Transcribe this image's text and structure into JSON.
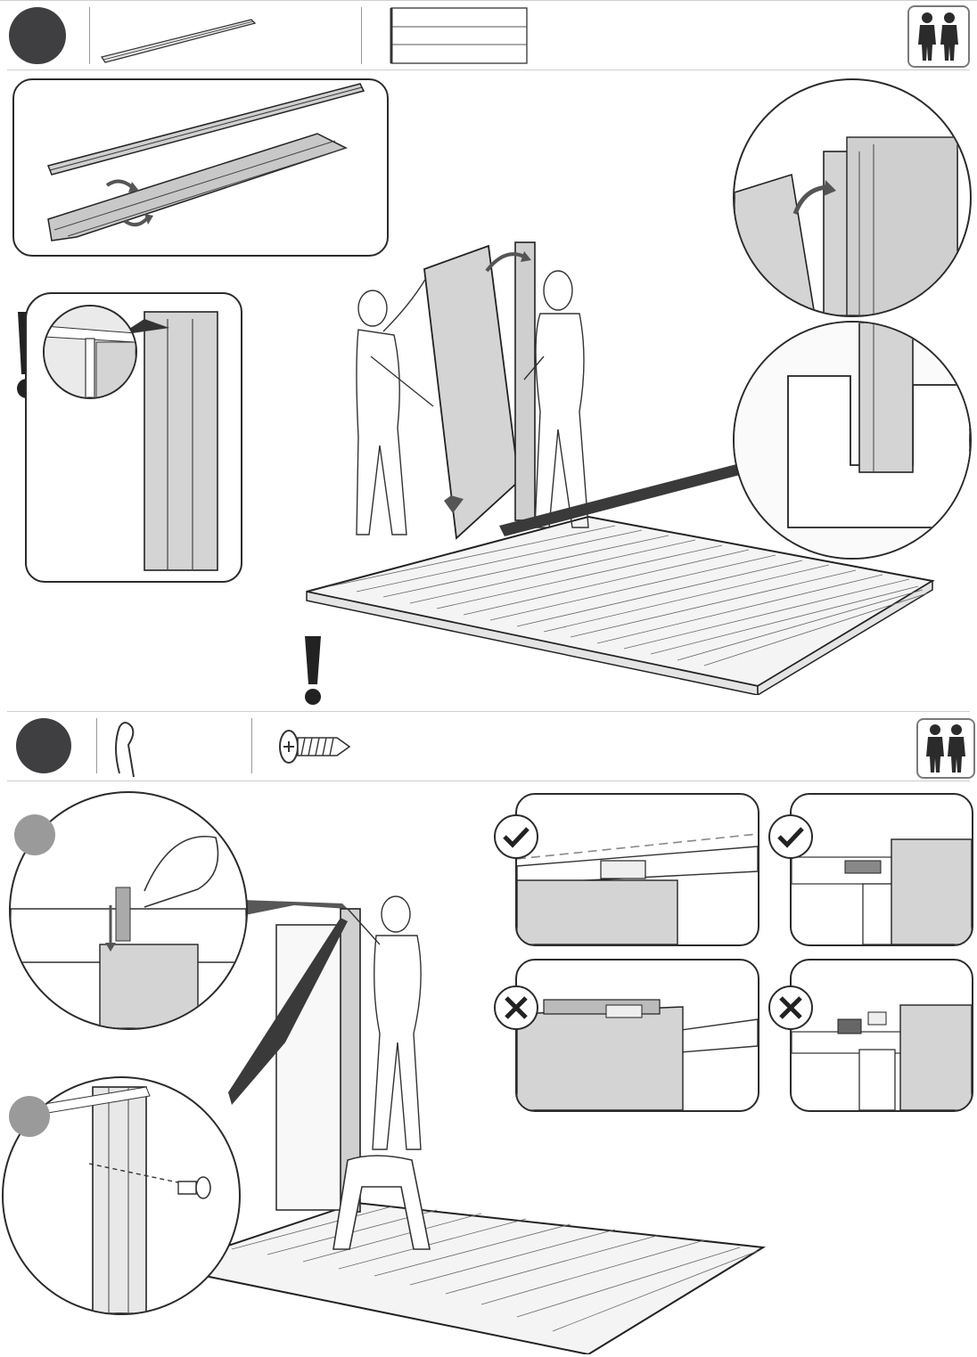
{
  "page": {
    "steps": [
      {
        "parts": [
          "profile-strip",
          "wall-panel"
        ],
        "people_required": 2,
        "details": [
          "profile-rotate-inset",
          "panel-warning-inset",
          "corner-zoom",
          "bottom-zoom"
        ],
        "warning": true
      },
      {
        "parts": [
          "clip",
          "screw"
        ],
        "people_required": 2,
        "substeps": 2,
        "correct_examples": 2,
        "incorrect_examples": 2
      }
    ],
    "icons": {
      "people": "two-people-icon",
      "check": "check-icon",
      "cross": "cross-icon",
      "warning": "exclamation-icon",
      "rotate": "rotate-arrow-icon",
      "screw": "screw-icon",
      "clip": "clip-icon"
    },
    "colors": {
      "step_dot": "#3f3f42",
      "sub_dot": "#9a9a9a",
      "panel_fill": "#d4d4d4",
      "arrow": "#555555",
      "outline": "#2b2b2b"
    }
  }
}
